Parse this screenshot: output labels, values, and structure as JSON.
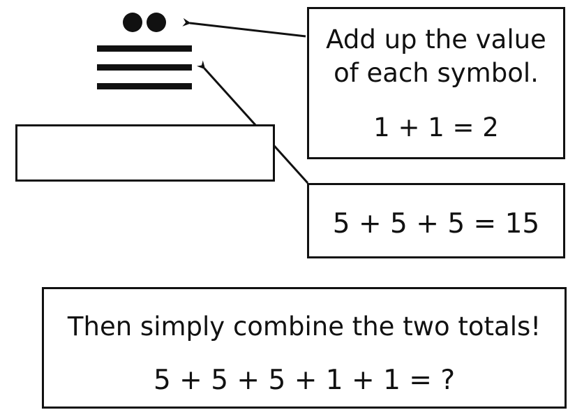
{
  "maya_number": {
    "dots": 2,
    "bars": 3
  },
  "callouts": {
    "dots": {
      "line1": "Add up the value",
      "line2": "of each symbol.",
      "equation": "1 + 1 = 2"
    },
    "bars": {
      "equation": "5 + 5 + 5 = 15"
    }
  },
  "answer_box": {
    "value": ""
  },
  "combine": {
    "instruction": "Then simply combine the two totals!",
    "equation": "5 + 5 + 5 + 1 + 1 = ?"
  },
  "colors": {
    "ink": "#111111",
    "background": "#ffffff"
  }
}
